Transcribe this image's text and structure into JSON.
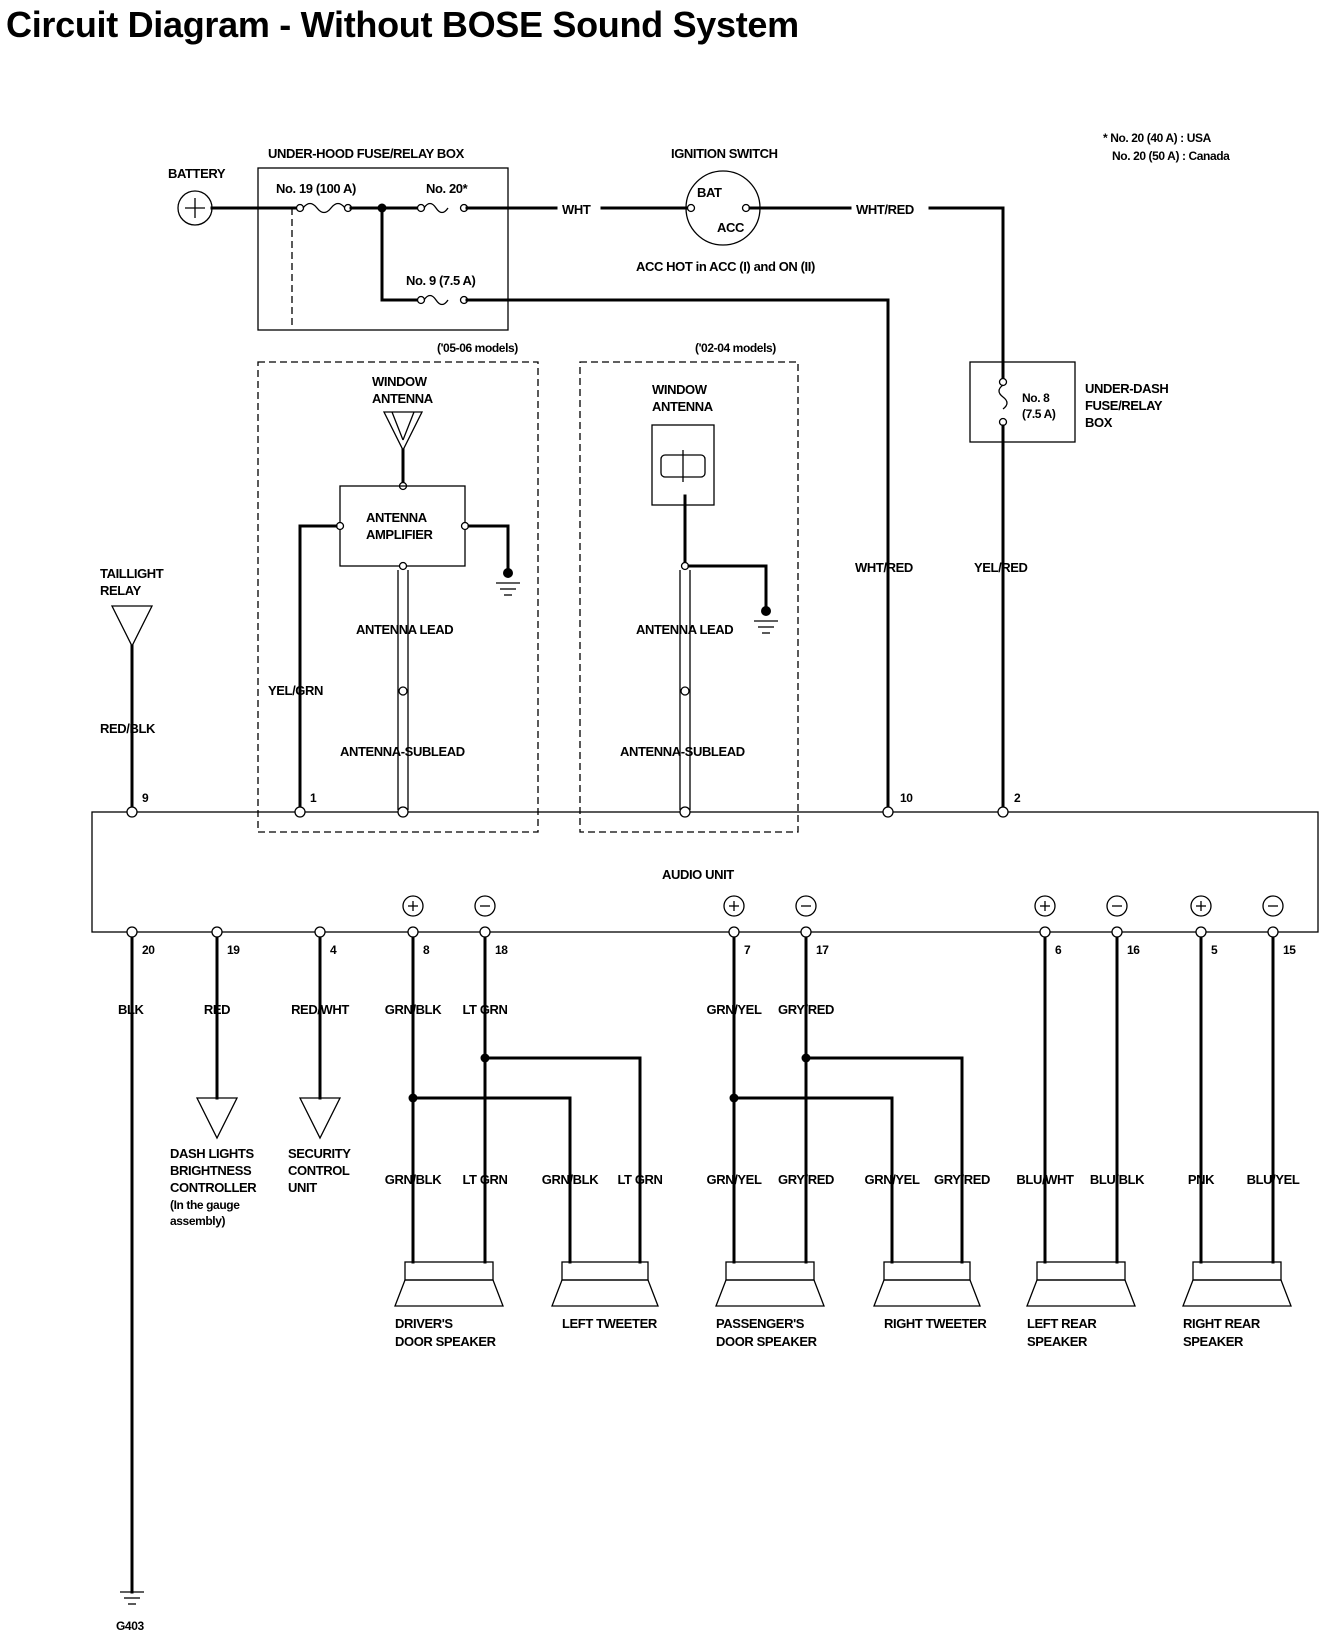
{
  "title": "Circuit Diagram - Without BOSE Sound System",
  "note": {
    "line1": "* No. 20 (40 A) : USA",
    "line2": "No. 20 (50 A) : Canada"
  },
  "components": {
    "battery": "BATTERY",
    "under_hood_box": "UNDER-HOOD FUSE/RELAY BOX",
    "fuse19": "No. 19 (100 A)",
    "fuse20": "No. 20*",
    "fuse9": "No. 9 (7.5 A)",
    "ignition_switch": "IGNITION SWITCH",
    "bat": "BAT",
    "acc": "ACC",
    "acc_note": "ACC HOT in ACC (I) and ON (II)",
    "underdash_fuse": {
      "line1": "No. 8",
      "line2": "(7.5 A)"
    },
    "underdash_box": {
      "line1": "UNDER-DASH",
      "line2": "FUSE/RELAY",
      "line3": "BOX"
    },
    "models_0506": "('05-06 models)",
    "models_0204": "('02-04 models)",
    "window_antenna": {
      "line1": "WINDOW",
      "line2": "ANTENNA"
    },
    "antenna_amplifier": {
      "line1": "ANTENNA",
      "line2": "AMPLIFIER"
    },
    "antenna_lead": "ANTENNA LEAD",
    "antenna_sublead": "ANTENNA-SUBLEAD",
    "taillight_relay": {
      "line1": "TAILLIGHT",
      "line2": "RELAY"
    },
    "audio_unit": "AUDIO UNIT",
    "dash_lights": {
      "line1": "DASH LIGHTS",
      "line2": "BRIGHTNESS",
      "line3": "CONTROLLER",
      "line4": "(In the gauge",
      "line5": "assembly)"
    },
    "security": {
      "line1": "SECURITY",
      "line2": "CONTROL",
      "line3": "UNIT"
    },
    "ground": "G403"
  },
  "wires": {
    "wht": "WHT",
    "wht_red_top": "WHT/RED",
    "wht_red": "WHT/RED",
    "yel_red": "YEL/RED",
    "yel_grn": "YEL/GRN",
    "red_blk": "RED/BLK"
  },
  "top_pins": [
    "9",
    "1",
    "10",
    "2"
  ],
  "bottom_pins": [
    {
      "pin": "20",
      "wire": "BLK"
    },
    {
      "pin": "19",
      "wire": "RED"
    },
    {
      "pin": "4",
      "wire": "RED/WHT"
    },
    {
      "pin": "8",
      "wire": "GRN/BLK"
    },
    {
      "pin": "18",
      "wire": "LT GRN"
    },
    {
      "pin": "7",
      "wire": "GRN/YEL"
    },
    {
      "pin": "17",
      "wire": "GRY/RED"
    },
    {
      "pin": "6",
      "wire": ""
    },
    {
      "pin": "16",
      "wire": ""
    },
    {
      "pin": "5",
      "wire": ""
    },
    {
      "pin": "15",
      "wire": ""
    }
  ],
  "speaker_wires": [
    "GRN/BLK",
    "LT GRN",
    "GRN/BLK",
    "LT GRN",
    "GRN/YEL",
    "GRY/RED",
    "GRN/YEL",
    "GRY/RED",
    "BLU/WHT",
    "BLU/BLK",
    "PNK",
    "BLU/YEL"
  ],
  "speakers": [
    {
      "line1": "DRIVER'S",
      "line2": "DOOR SPEAKER"
    },
    {
      "line1": "LEFT TWEETER",
      "line2": ""
    },
    {
      "line1": "PASSENGER'S",
      "line2": "DOOR SPEAKER"
    },
    {
      "line1": "RIGHT TWEETER",
      "line2": ""
    },
    {
      "line1": "LEFT REAR",
      "line2": "SPEAKER"
    },
    {
      "line1": "RIGHT REAR",
      "line2": "SPEAKER"
    }
  ]
}
